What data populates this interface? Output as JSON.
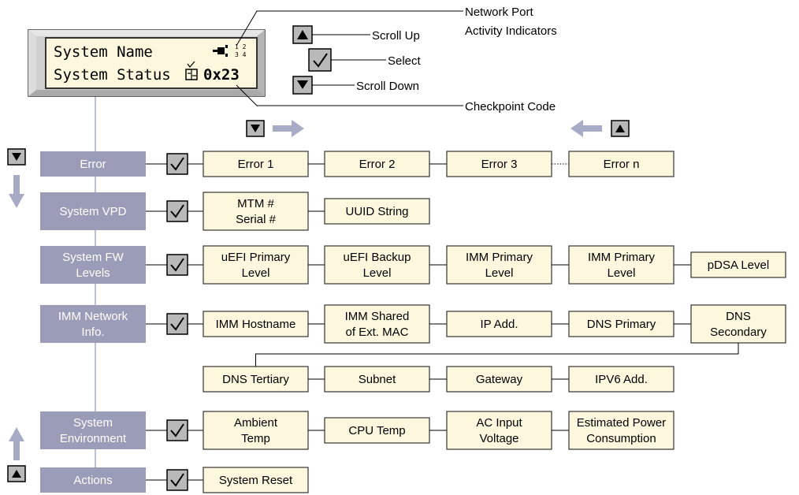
{
  "colors": {
    "category_fill": "#9b9cb8",
    "box_fill": "#fdf7dd",
    "box_stroke": "#333333",
    "arrow": "#a8abc6",
    "button_fill": "#b9b9b9",
    "lcd_fill": "#fdf7dd",
    "lcd_frame": "#c8c8c8"
  },
  "lcd": {
    "line1": "System Name",
    "line2": "System Status",
    "code": "0x23",
    "port_numbers_top": "1 2",
    "port_numbers_bottom": "3 4"
  },
  "callouts": {
    "network_port_line1": "Network Port",
    "network_port_line2": "Activity Indicators",
    "scroll_up": "Scroll Up",
    "select": "Select",
    "scroll_down": "Scroll Down",
    "checkpoint_code": "Checkpoint Code"
  },
  "rows": [
    {
      "category": [
        "Error"
      ],
      "items": [
        [
          "Error 1"
        ],
        [
          "Error 2"
        ],
        [
          "Error 3"
        ],
        [
          "Error n"
        ]
      ]
    },
    {
      "category": [
        "System VPD"
      ],
      "items": [
        [
          "MTM #",
          "Serial #"
        ],
        [
          "UUID String"
        ]
      ]
    },
    {
      "category": [
        "System FW",
        "Levels"
      ],
      "items": [
        [
          "uEFI Primary",
          "Level"
        ],
        [
          "uEFI Backup",
          "Level"
        ],
        [
          "IMM Primary",
          "Level"
        ],
        [
          "IMM Primary",
          "Level"
        ],
        [
          "pDSA Level"
        ]
      ]
    },
    {
      "category": [
        "IMM Network",
        "Info."
      ],
      "items": [
        [
          "IMM Hostname"
        ],
        [
          "IMM Shared",
          "of Ext. MAC"
        ],
        [
          "IP Add."
        ],
        [
          "DNS Primary"
        ],
        [
          "DNS",
          "Secondary"
        ]
      ],
      "continued": [
        [
          "DNS Tertiary"
        ],
        [
          "Subnet"
        ],
        [
          "Gateway"
        ],
        [
          "IPV6 Add."
        ]
      ]
    },
    {
      "category": [
        "System",
        "Environment"
      ],
      "items": [
        [
          "Ambient",
          "Temp"
        ],
        [
          "CPU Temp"
        ],
        [
          "AC Input",
          "Voltage"
        ],
        [
          "Estimated Power",
          "Consumption"
        ]
      ]
    },
    {
      "category": [
        "Actions"
      ],
      "items": [
        [
          "System Reset"
        ]
      ]
    }
  ]
}
